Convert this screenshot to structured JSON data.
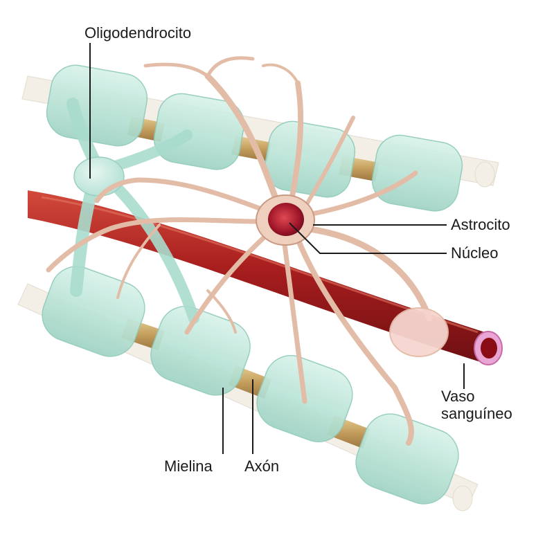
{
  "labels": {
    "oligodendrocyte": "Oligodendrocito",
    "astrocyte": "Astrocito",
    "nucleus": "Núcleo",
    "vessel_line1": "Vaso",
    "vessel_line2": "sanguíneo",
    "myelin": "Mielina",
    "axon": "Axón"
  },
  "colors": {
    "myelin_fill": "#bfe6da",
    "myelin_edge": "#8fcabb",
    "axon": "#c9a96a",
    "nerve_core": "#f2ede4",
    "vessel": "#9e1b1b",
    "vessel_highlight": "#cf4a3a",
    "vessel_lumen_ring": "#e9a6d4",
    "astrocyte": "#e8c2ae",
    "astrocyte_edge": "#c99984",
    "nucleus": "#b81e2a",
    "oligodendrocyte": "#c6eadf",
    "leader_line": "#1a1a1a"
  }
}
